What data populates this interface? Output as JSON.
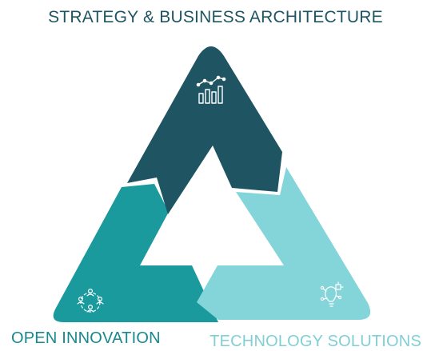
{
  "title": "STRATEGY & BUSINESS ARCHITECTURE",
  "segments": {
    "top": {
      "label": "STRATEGY & BUSINESS ARCHITECTURE",
      "color": "#1f5563",
      "icon": "bar-chart-growth-icon"
    },
    "left": {
      "label": "OPEN INNOVATION",
      "color": "#1a9a9c",
      "icon": "people-network-icon"
    },
    "right": {
      "label": "TECHNOLOGY SOLUTIONS",
      "color": "#84d5da",
      "icon": "lightbulb-tech-icon"
    }
  }
}
